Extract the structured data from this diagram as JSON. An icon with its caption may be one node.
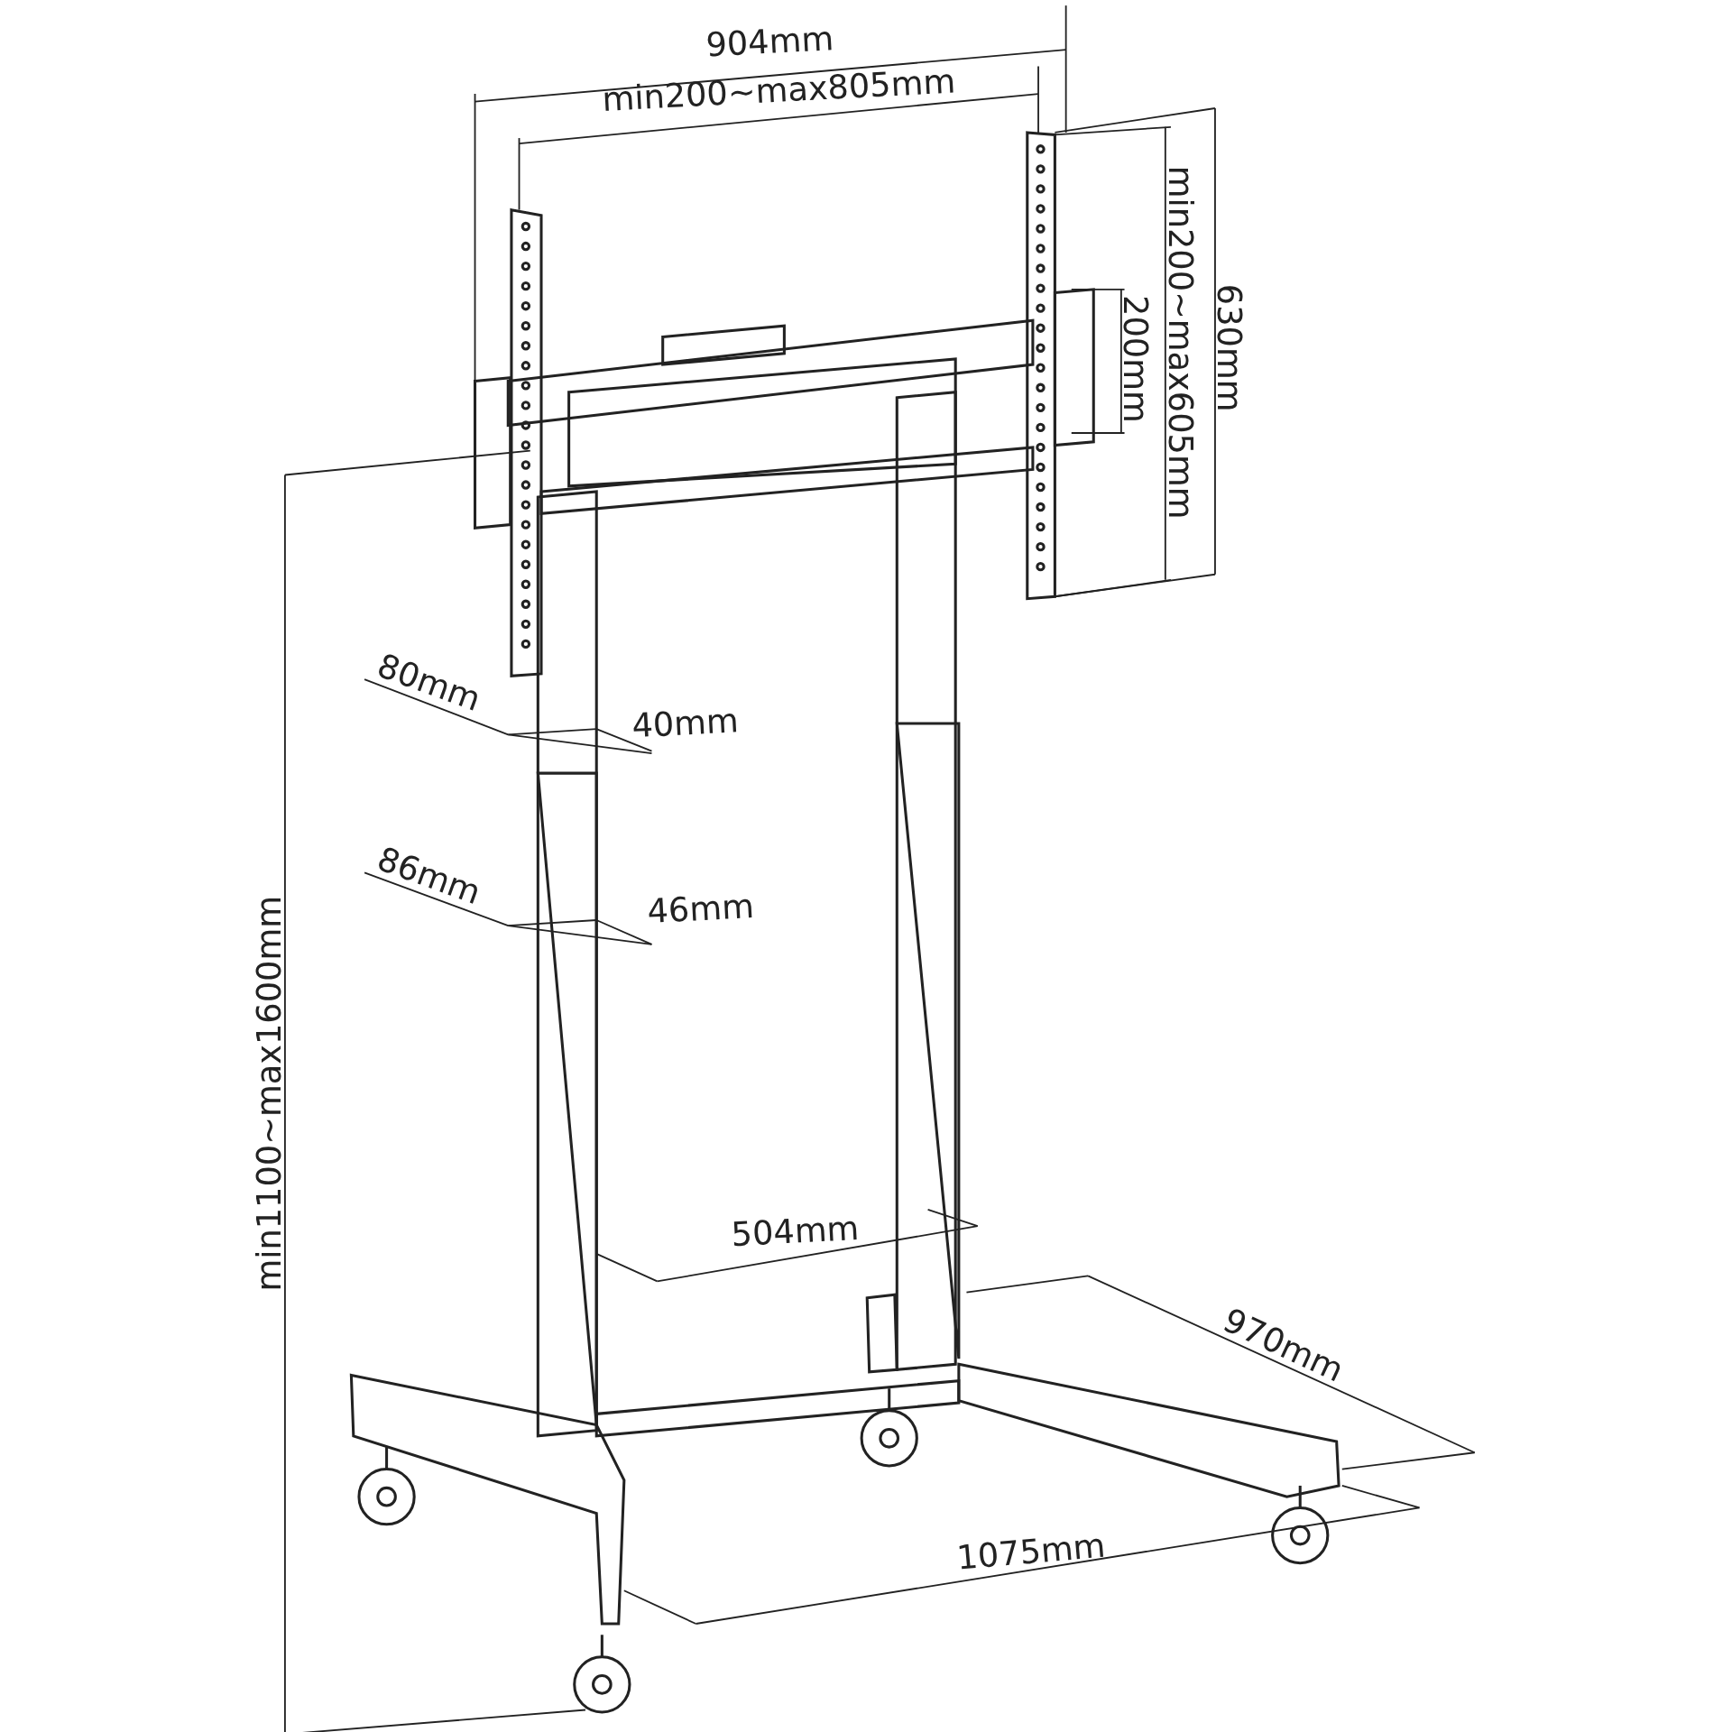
{
  "diagram": {
    "labels": [
      "904mm",
      "min200~max805mm",
      "min200~max605mm",
      "630mm",
      "200mm",
      "80mm",
      "40mm",
      "86mm",
      "46mm",
      "504mm",
      "970mm",
      "1075mm",
      "min1100~max1600mm"
    ]
  }
}
